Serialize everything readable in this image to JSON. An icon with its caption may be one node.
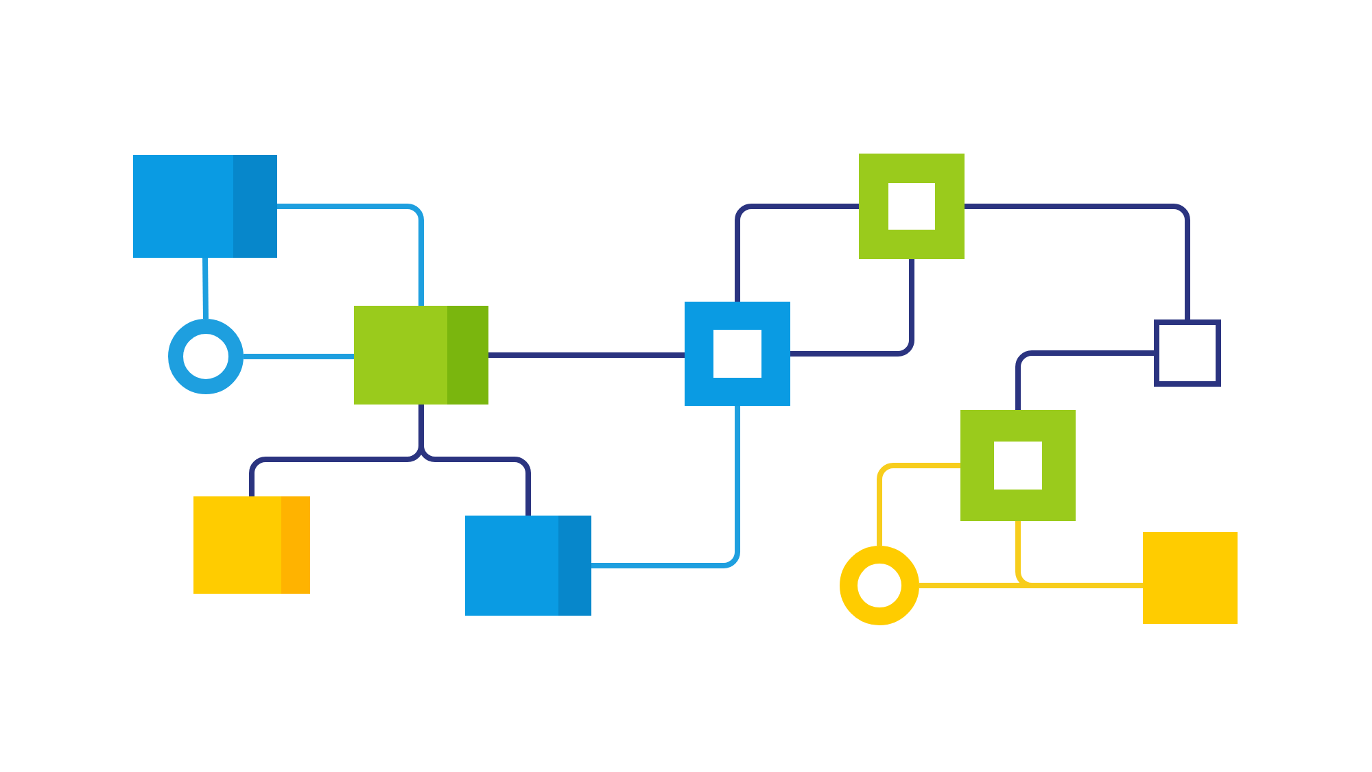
{
  "diagram": {
    "nodes": [
      {
        "text": [],
        "shape": "box"
      },
      {
        "text": [],
        "shape": "circle"
      },
      {
        "text": [],
        "shape": "box"
      },
      {
        "text": [],
        "shape": "box"
      },
      {
        "text": [],
        "shape": "box"
      },
      {
        "text": [],
        "shape": "box"
      },
      {
        "text": [],
        "shape": "box"
      },
      {
        "text": [],
        "shape": "box"
      },
      {
        "text": [],
        "shape": "box"
      },
      {
        "text": [],
        "shape": "circle"
      },
      {
        "text": [],
        "shape": "box"
      }
    ],
    "edges": [
      {
        "from": 0,
        "to": 1,
        "arrow": "none",
        "color": "#1e9fdf"
      },
      {
        "from": 0,
        "to": 2,
        "arrow": "none",
        "color": "#1e9fdf"
      },
      {
        "from": 1,
        "to": 2,
        "arrow": "none",
        "color": "#1e9fdf"
      },
      {
        "from": 2,
        "to": 3,
        "arrow": "none"
      },
      {
        "from": 2,
        "to": 4,
        "arrow": "none"
      },
      {
        "from": 2,
        "to": 5,
        "arrow": "none"
      },
      {
        "from": 4,
        "to": 5,
        "arrow": "none",
        "color": "#1e9fdf"
      },
      {
        "from": 5,
        "to": 6,
        "arrow": "none"
      },
      {
        "from": 5,
        "to": 6,
        "arrow": "none"
      },
      {
        "from": 6,
        "to": 7,
        "arrow": "none"
      },
      {
        "from": 7,
        "to": 8,
        "arrow": "none"
      },
      {
        "from": 8,
        "to": 9,
        "arrow": "none",
        "color": "#f7cd1c"
      },
      {
        "from": 8,
        "to": 10,
        "arrow": "none",
        "color": "#f7cd1c"
      },
      {
        "from": 9,
        "to": 10,
        "arrow": "none",
        "color": "#f7cd1c"
      }
    ]
  }
}
